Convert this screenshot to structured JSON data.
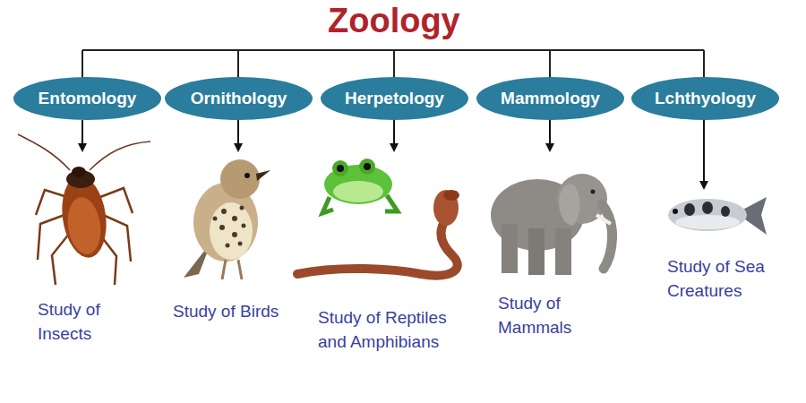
{
  "diagram": {
    "title": "Zoology",
    "nodes": [
      {
        "text": [
          "Entomology"
        ]
      },
      {
        "text": [
          "Ornithology"
        ]
      },
      {
        "text": [
          "Herpetology"
        ]
      },
      {
        "text": [
          "Mammology"
        ]
      },
      {
        "text": [
          "Lchthyology"
        ]
      }
    ],
    "labels": [
      "Study of Insects",
      "Study of Birds",
      "Study of Reptiles and Amphibians",
      "Study of Mammals",
      "Study of Sea Creatures"
    ]
  }
}
